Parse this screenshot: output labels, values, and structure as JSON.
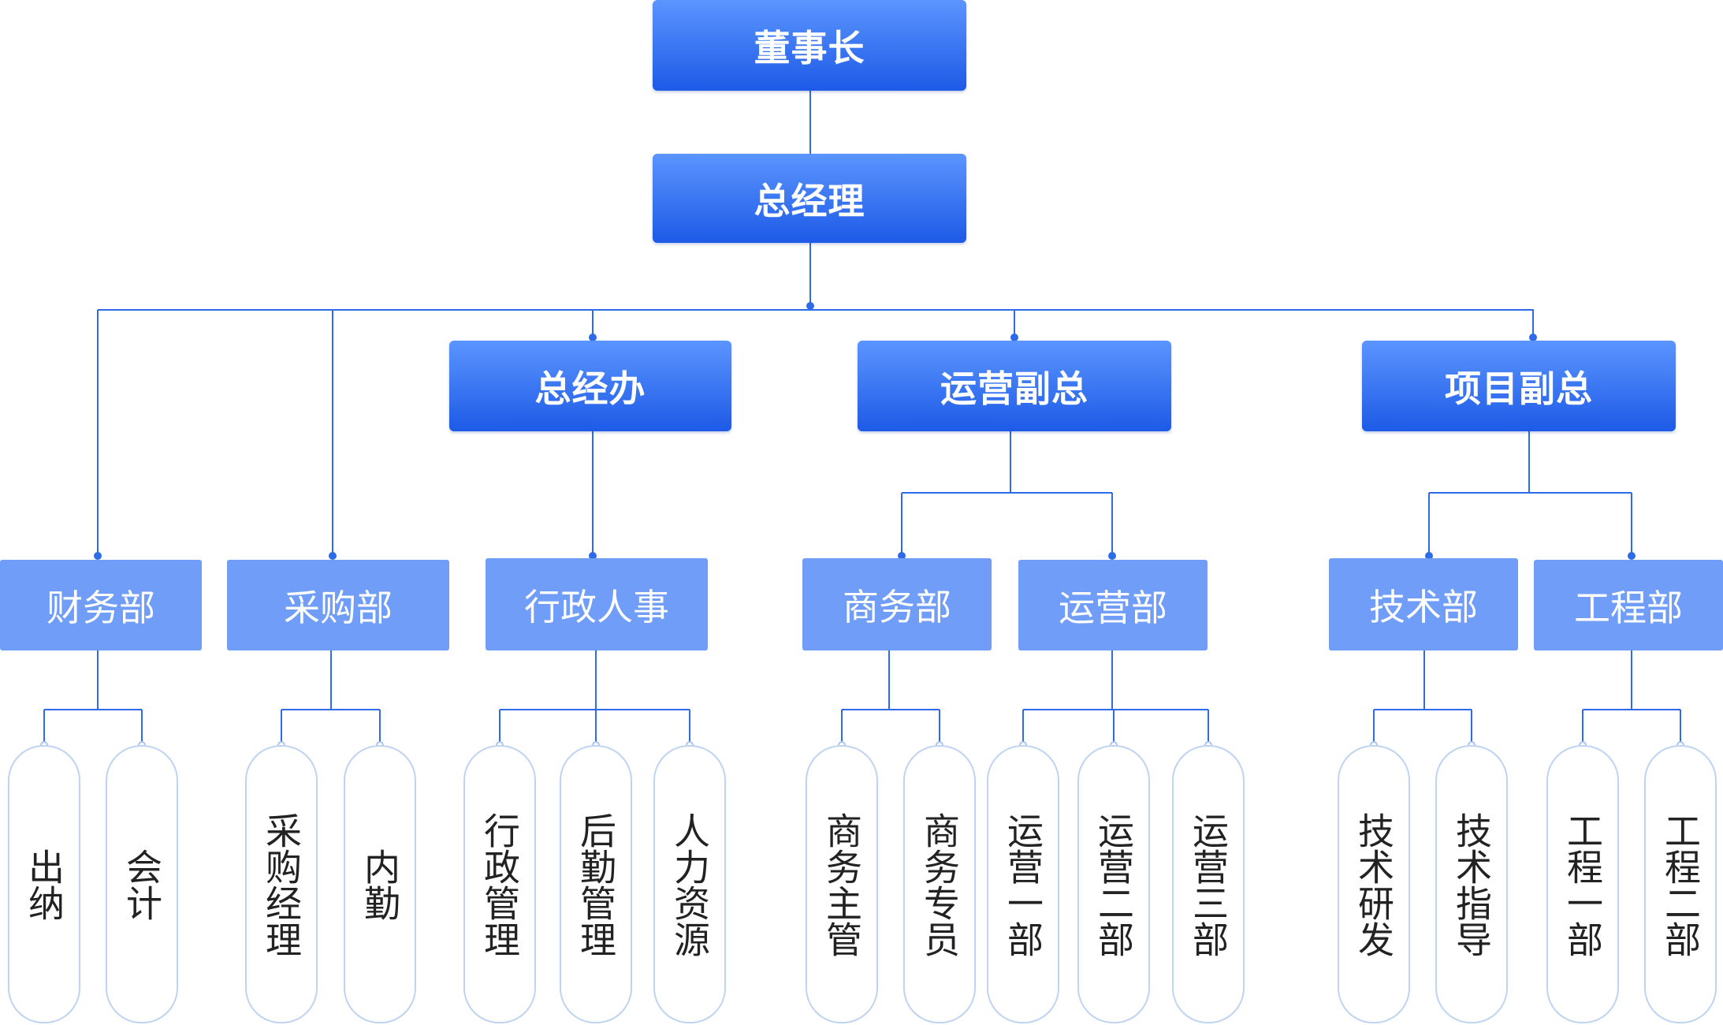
{
  "diagram": {
    "chairman": "董事长",
    "general_manager": "总经理",
    "level2": {
      "gm_office": "总经办",
      "ops_vp": "运营副总",
      "project_vp": "项目副总"
    },
    "departments": {
      "finance": "财务部",
      "purchasing": "采购部",
      "admin_hr": "行政人事",
      "business": "商务部",
      "operations": "运营部",
      "technology": "技术部",
      "engineering": "工程部"
    },
    "roles": {
      "cashier": "出纳",
      "accounting": "会计",
      "purchasing_manager": "采购经理",
      "internal_affairs": "内勤",
      "admin_management": "行政管理",
      "logistics_management": "后勤管理",
      "human_resources": "人力资源",
      "business_supervisor": "商务主管",
      "business_specialist": "商务专员",
      "ops_dept_1": "运营一部",
      "ops_dept_2": "运营二部",
      "ops_dept_3": "运营三部",
      "tech_rd": "技术研发",
      "tech_guidance": "技术指导",
      "eng_dept_1": "工程一部",
      "eng_dept_2": "工程二部"
    }
  },
  "colors": {
    "top_gradient_start": "#5b95ff",
    "top_gradient_end": "#1d5ae6",
    "department_fill": "#6f9df7",
    "connector": "#2d6be8",
    "leaf_border": "#bfd3f3"
  }
}
